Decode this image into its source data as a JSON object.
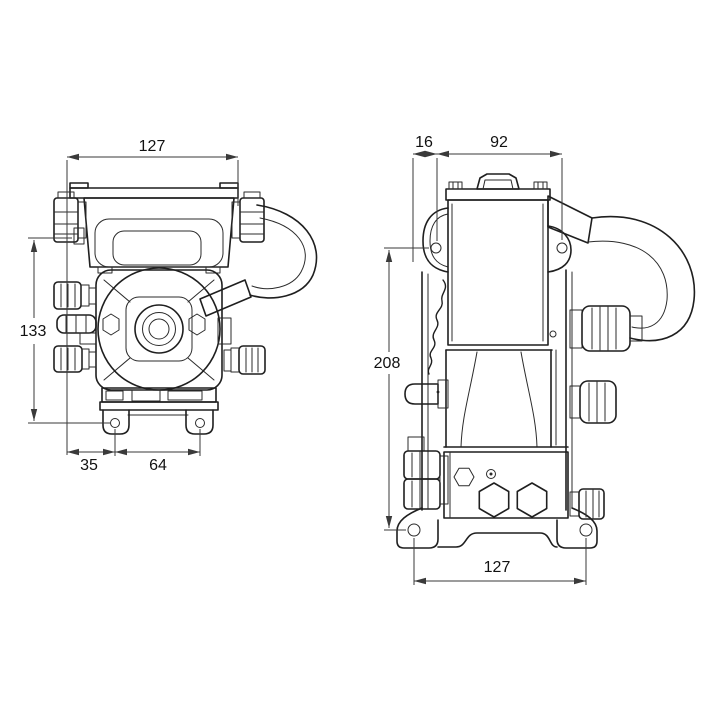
{
  "canvas": {
    "background": "#ffffff",
    "line_color": "#1f1f1f",
    "dimension_color": "#3a3a3a",
    "text_color": "#111111"
  },
  "drawing": {
    "type": "technical-drawing",
    "views": {
      "front": {
        "dims": {
          "overall_width": "127",
          "overall_height": "133",
          "foot_offset": "35",
          "foot_spacing": "64"
        }
      },
      "side": {
        "dims": {
          "back_offset": "16",
          "mount_hole_span": "92",
          "overall_height": "208",
          "foot_span": "127"
        }
      }
    }
  }
}
